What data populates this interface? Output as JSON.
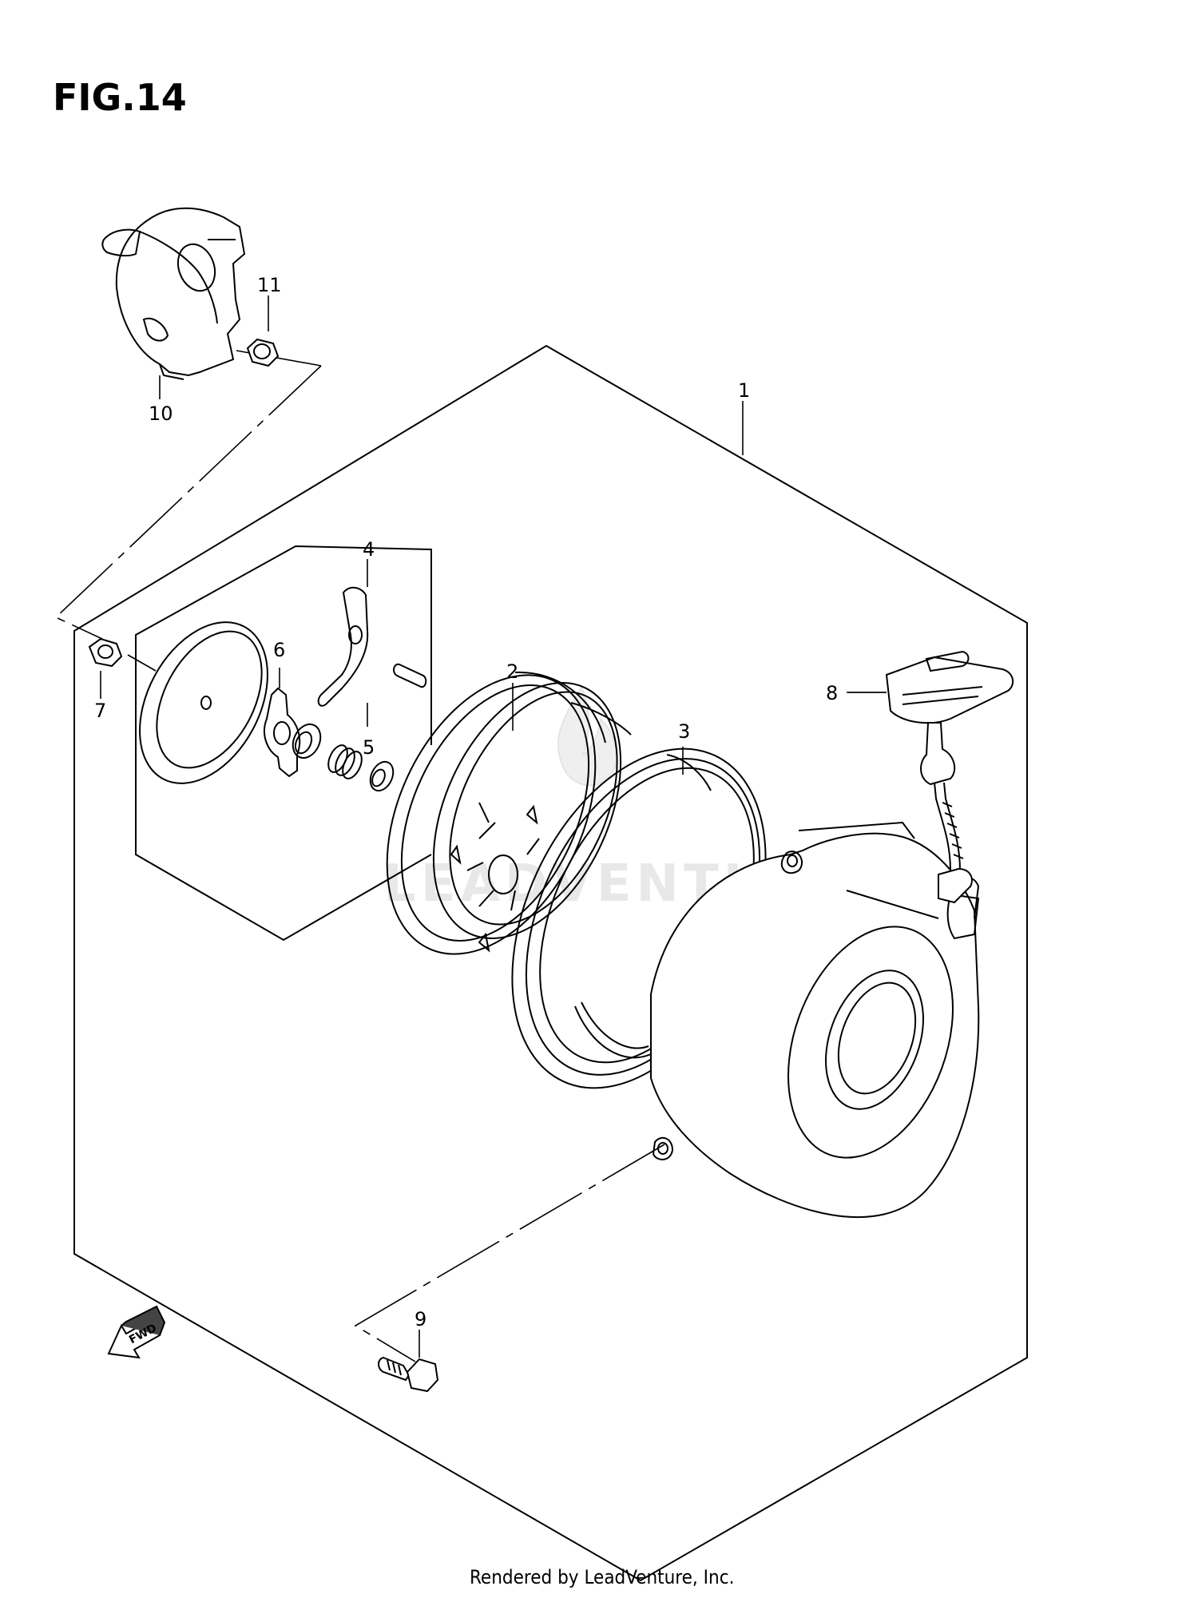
{
  "figure": {
    "title": "FIG.14",
    "footer": "Rendered by LeadVenture, Inc.",
    "watermark": "LEADVENTURE",
    "fwd_label": "FWD"
  },
  "callouts": {
    "p1": "1",
    "p2": "2",
    "p3": "3",
    "p4": "4",
    "p5": "5",
    "p6": "6",
    "p7": "7",
    "p8": "8",
    "p9": "9",
    "p10": "10",
    "p11": "11"
  }
}
